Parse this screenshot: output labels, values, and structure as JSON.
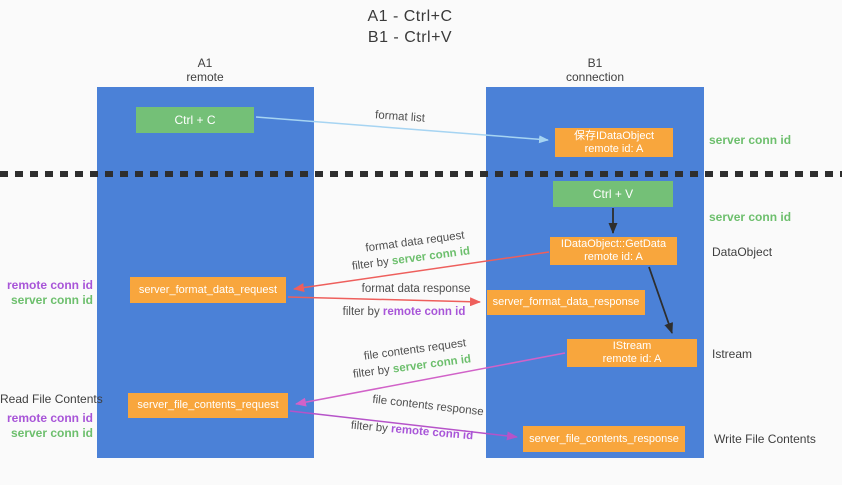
{
  "title": {
    "line1": "A1 - Ctrl+C",
    "line2": "B1 - Ctrl+V"
  },
  "lifelines": {
    "a1": {
      "name": "A1",
      "role": "remote"
    },
    "b1": {
      "name": "B1",
      "role": "connection"
    }
  },
  "nodes": {
    "ctrl_c": {
      "label": "Ctrl + C"
    },
    "ctrl_v": {
      "label": "Ctrl + V"
    },
    "save_idataobject": {
      "line1": "保存IDataObject",
      "line2": "remote id: A"
    },
    "getdata": {
      "line1": "IDataObject::GetData",
      "line2": "remote id: A"
    },
    "istream": {
      "line1": "IStream",
      "line2": "remote id: A"
    },
    "server_format_data_request": {
      "label": "server_format_data_request"
    },
    "server_format_data_response": {
      "label": "server_format_data_response"
    },
    "server_file_contents_request": {
      "label": "server_file_contents_request"
    },
    "server_file_contents_response": {
      "label": "server_file_contents_response"
    }
  },
  "arrow_labels": {
    "format_list": "format list",
    "format_data_request": "format data request",
    "format_data_response": "format data response",
    "file_contents_request": "file contents request",
    "file_contents_response": "file contents response",
    "filter_by": "filter by",
    "server_conn_id": "server conn id",
    "remote_conn_id": "remote conn id"
  },
  "side_labels": {
    "server_conn_id": "server conn id",
    "remote_conn_id": "remote conn id",
    "dataobject": "DataObject",
    "istream": "Istream",
    "read_file_contents": "Read File Contents",
    "write_file_contents": "Write File Contents"
  },
  "colors": {
    "lifeline_blue": "#4b81d7",
    "node_green": "#74c077",
    "node_orange": "#f8a63d",
    "arrow_blue": "#a6d4f2",
    "arrow_black": "#2e2e2e",
    "arrow_red": "#ee5f5c",
    "arrow_pink": "#d162c8",
    "arrow_purple": "#b653c9",
    "label_green": "#6dbf6d",
    "label_purple": "#a855d8",
    "background": "#fafafa"
  }
}
